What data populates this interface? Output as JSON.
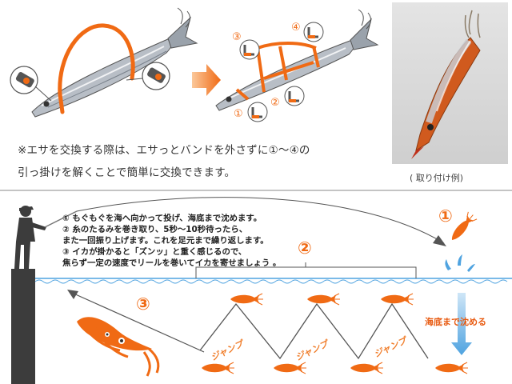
{
  "top": {
    "labels": {
      "c1": "①",
      "c2": "②",
      "c3": "③",
      "c4": "④"
    },
    "note_line1": "※エサを交換する際は、エサっとバンドを外さずに①〜④の",
    "note_line2": "引っ掛けを解くことで簡単に交換できます。",
    "photo_caption": "( 取り付け例)"
  },
  "bottom": {
    "steps": [
      "①  もぐもぐを海へ向かって投げ、海底まで沈めます。",
      "②  糸のたるみを巻き取り、5秒〜10秒待ったら、",
      "    また一回振り上げます。これを足元まで繰り返します。",
      "③  イカが掛かると「ズンッ」と重く感じるので、",
      "    焦らず一定の速度でリールを巻いてイカを寄せましょう 。"
    ],
    "big1": "①",
    "big2": "②",
    "big3": "③",
    "sink_label": "海底まで沈める",
    "jump": "ジャンプ"
  },
  "colors": {
    "accent": "#f06a14",
    "water": "#4fa3e0",
    "text": "#333333"
  }
}
